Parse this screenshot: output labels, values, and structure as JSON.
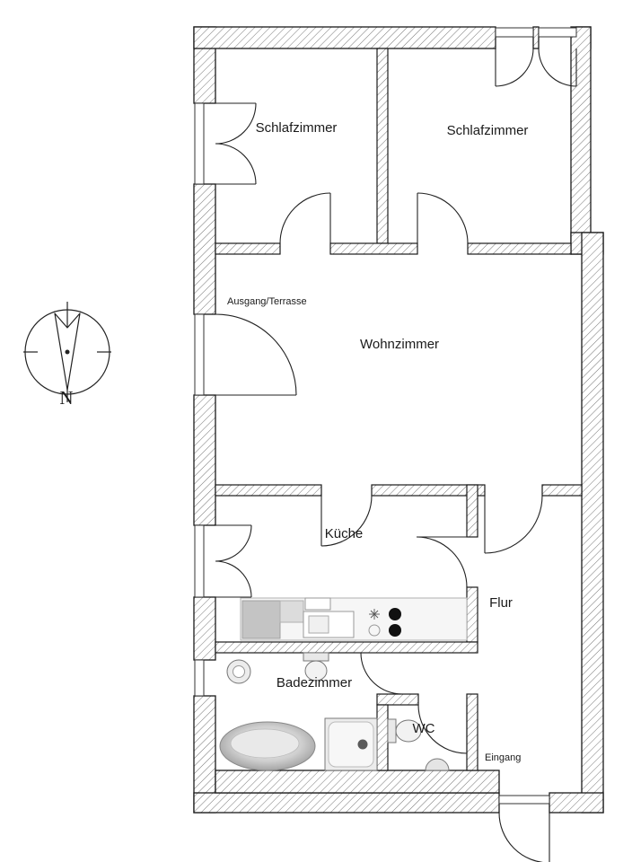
{
  "compass": {
    "label": "N"
  },
  "rooms": [
    {
      "id": "schlafzimmer-left",
      "label": "Schlafzimmer"
    },
    {
      "id": "schlafzimmer-right",
      "label": "Schlafzimmer"
    },
    {
      "id": "wohnzimmer",
      "label": "Wohnzimmer"
    },
    {
      "id": "kueche",
      "label": "Küche"
    },
    {
      "id": "flur",
      "label": "Flur"
    },
    {
      "id": "badezimmer",
      "label": "Badezimmer"
    },
    {
      "id": "wc",
      "label": "WC"
    }
  ],
  "annotations": [
    {
      "id": "ausgang-terrasse",
      "label": "Ausgang/Terrasse"
    },
    {
      "id": "eingang",
      "label": "Eingang"
    }
  ],
  "colors": {
    "wall_outline": "#1a1a1a",
    "hatch_line": "#666666",
    "floor": "#ffffff",
    "door_line": "#222222",
    "fixture_outline": "#777777",
    "stove_burner": "#111111"
  }
}
